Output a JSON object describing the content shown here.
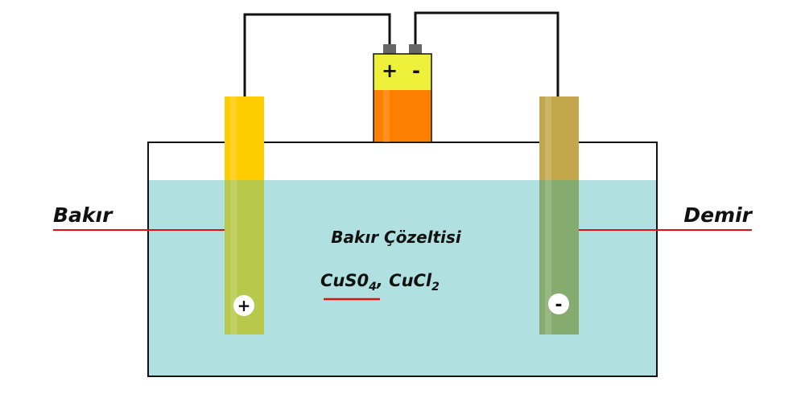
{
  "labels": {
    "left_electrode": "Bakır",
    "right_electrode": "Demir",
    "solution_name": "Bakır Çözeltisi",
    "formula_1": "CuS0",
    "formula_1_sub": "4",
    "formula_sep": ", ",
    "formula_2": "CuCl",
    "formula_2_sub": "2"
  },
  "battery": {
    "positive_terminal": "+",
    "negative_terminal": "-"
  },
  "electrodes": {
    "left_sign": "+",
    "right_sign": "-"
  },
  "colors": {
    "solution": "#b0e0e0",
    "anode_copper_top": "#ffcc00",
    "anode_copper_submerged": "#b7c84a",
    "cathode_iron_top": "#c2a84a",
    "cathode_iron_submerged": "#86ab6e",
    "battery_top": "#eef03a",
    "battery_bottom": "#ff8000",
    "battery_terminal": "#666666",
    "wire": "#111111",
    "pointer_line": "#e01010"
  }
}
